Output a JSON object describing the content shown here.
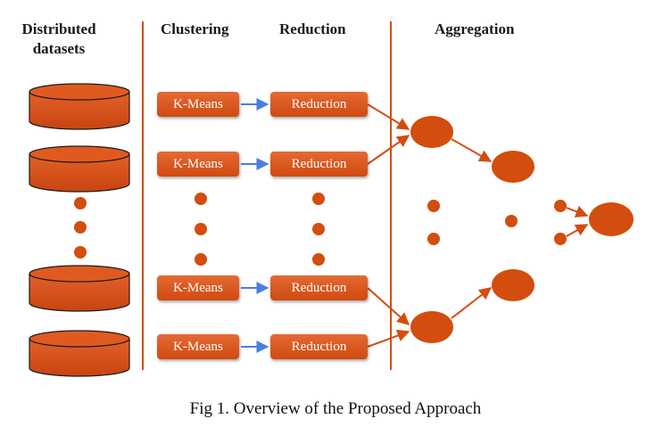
{
  "headers": {
    "distributed_datasets": "Distributed datasets",
    "clustering": "Clustering",
    "reduction": "Reduction",
    "aggregation": "Aggregation"
  },
  "rows": [
    {
      "clustering_label": "K-Means",
      "reduction_label": "Reduction"
    },
    {
      "clustering_label": "K-Means",
      "reduction_label": "Reduction"
    },
    {
      "clustering_label": "K-Means",
      "reduction_label": "Reduction"
    },
    {
      "clustering_label": "K-Means",
      "reduction_label": "Reduction"
    }
  ],
  "caption": "Fig 1. Overview of the Proposed Approach",
  "colors": {
    "node_fill": "#d34d0e",
    "divider": "#d34d0e",
    "clustering_arrow": "#4a7fe0",
    "aggregation_arrow": "#d34d0e"
  }
}
